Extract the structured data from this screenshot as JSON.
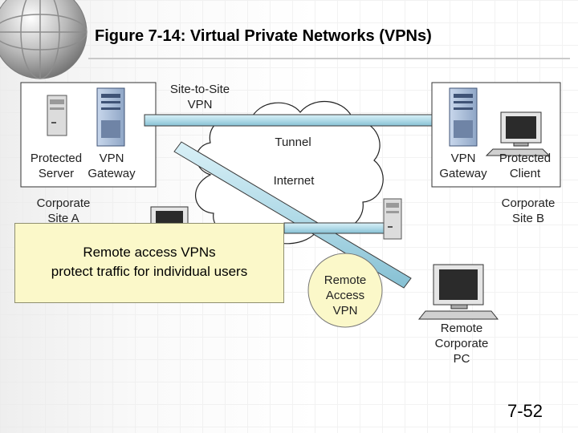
{
  "slide": {
    "title": "Figure 7-14: Virtual Private Networks (VPNs)",
    "page_number": "7-52"
  },
  "diagram": {
    "site_to_site_label_line1": "Site-to-Site",
    "site_to_site_label_line2": "VPN",
    "tunnel_label": "Tunnel",
    "internet_label": "Internet",
    "site_a": {
      "server_label_line1": "Protected",
      "server_label_line2": "Server",
      "gateway_label_line1": "VPN",
      "gateway_label_line2": "Gateway",
      "site_label_line1": "Corporate",
      "site_label_line2": "Site A"
    },
    "site_b": {
      "gateway_label_line1": "VPN",
      "gateway_label_line2": "Gateway",
      "client_label_line1": "Protected",
      "client_label_line2": "Client",
      "site_label_line1": "Corporate",
      "site_label_line2": "Site B"
    },
    "remote_access": {
      "label_line1": "Remote",
      "label_line2": "Access",
      "label_line3": "VPN"
    },
    "remote_pc": {
      "label_line1": "Remote",
      "label_line2": "Corporate",
      "label_line3": "PC"
    },
    "callout": {
      "line1": "Remote access VPNs",
      "line2": "protect traffic for individual users"
    }
  }
}
